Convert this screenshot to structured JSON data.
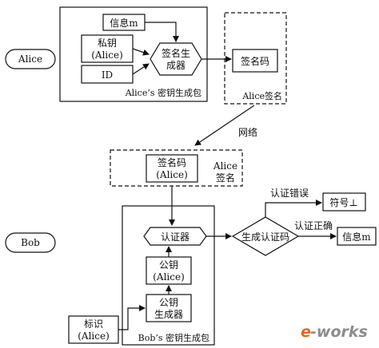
{
  "actors": {
    "alice": "Alice",
    "bob": "Bob"
  },
  "alice_section": {
    "package_label": "Alice’s 密钥生成包",
    "info_label": "信息m",
    "private_key_line1": "私钥",
    "private_key_line2": "(Alice)",
    "id_label": "ID",
    "sign_gen_line1": "签名生",
    "sign_gen_line2": "成器",
    "signature_code_label": "签名码",
    "alice_signature_label": "Alice签名"
  },
  "network_label": "网络",
  "received_section": {
    "signature_line1": "签名码",
    "signature_line2": "(Alice)",
    "alice_sign_line1": "Alice",
    "alice_sign_line2": "签名"
  },
  "bob_section": {
    "package_label": "Bob’s 密钥生成包",
    "verifier_label": "认证器",
    "public_key_line1": "公钥",
    "public_key_line2": "(Alice)",
    "pubkey_gen_line1": "公钥",
    "pubkey_gen_line2": "生成器",
    "identity_line1": "标识",
    "identity_line2": "(Alice)",
    "decision_label": "生成认证码",
    "error_label": "认证错误",
    "error_symbol": "符号⊥",
    "correct_label": "认证正确",
    "output_info": "信息m"
  },
  "watermark": {
    "part1": "e",
    "part2": "-works"
  },
  "colors": {
    "watermark_orange": "#e8641b",
    "watermark_grey": "#8c8c8c"
  }
}
